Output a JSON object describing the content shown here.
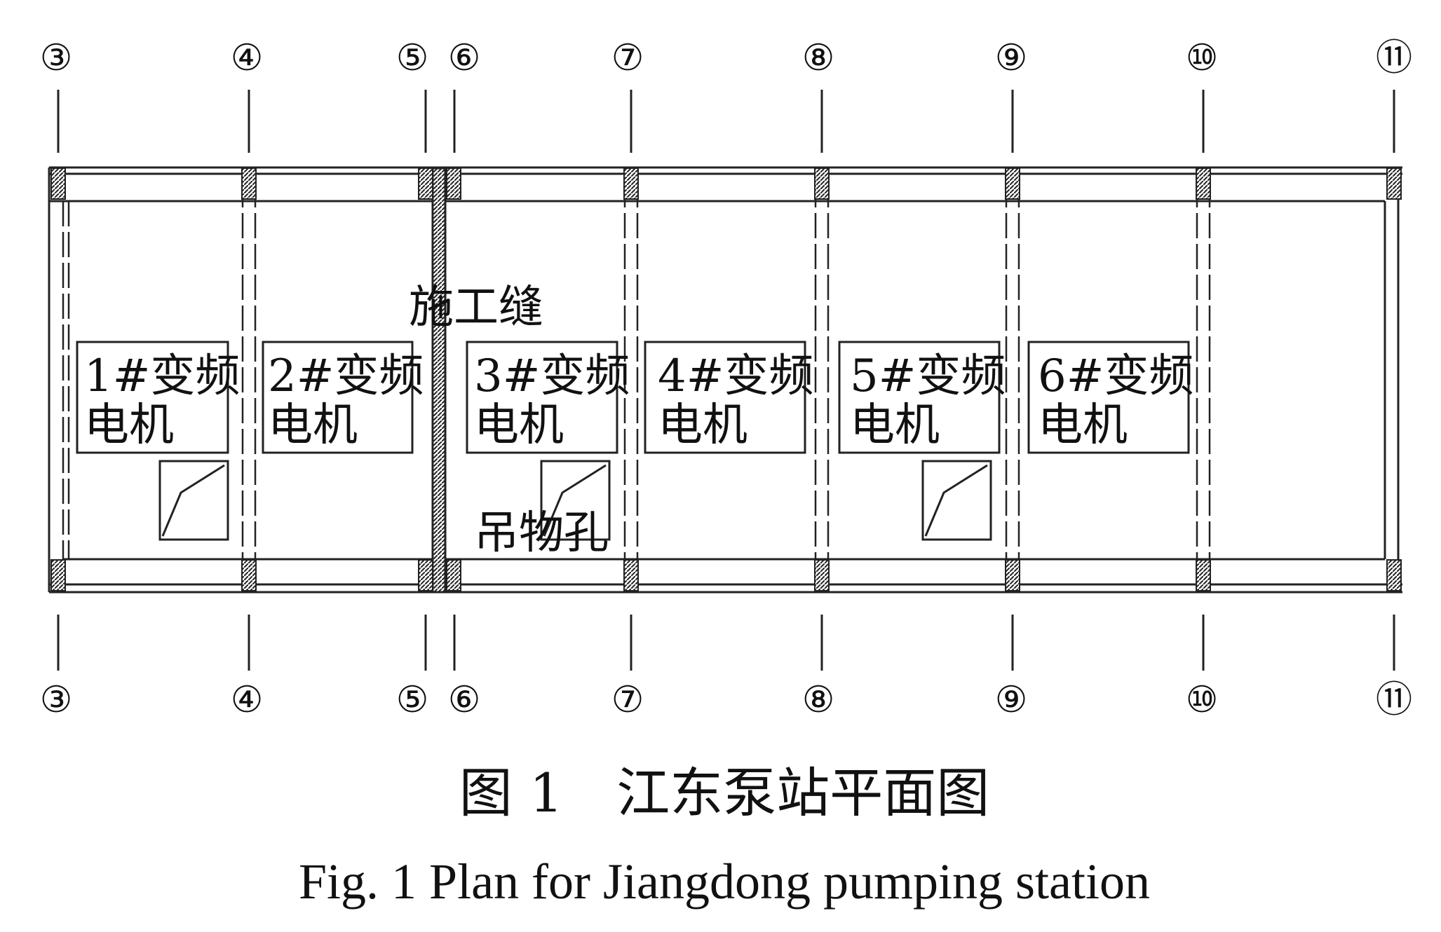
{
  "axes": {
    "top": [
      "③",
      "④",
      "⑤",
      "⑥",
      "⑦",
      "⑧",
      "⑨",
      "⑩",
      "⑪"
    ],
    "bottom": [
      "③",
      "④",
      "⑤",
      "⑥",
      "⑦",
      "⑧",
      "⑨",
      "⑩",
      "⑪"
    ]
  },
  "rooms": [
    {
      "line1": "1#变频",
      "line2": "电机"
    },
    {
      "line1": "2#变频",
      "line2": "电机"
    },
    {
      "line1": "3#变频",
      "line2": "电机"
    },
    {
      "line1": "4#变频",
      "line2": "电机"
    },
    {
      "line1": "5#变频",
      "line2": "电机"
    },
    {
      "line1": "6#变频",
      "line2": "电机"
    }
  ],
  "labels": {
    "construction_joint": "施工缝",
    "lifting_hole": "吊物孔"
  },
  "caption": {
    "chinese": "图 1　江东泵站平面图",
    "english": "Fig. 1  Plan for Jiangdong pumping station"
  }
}
